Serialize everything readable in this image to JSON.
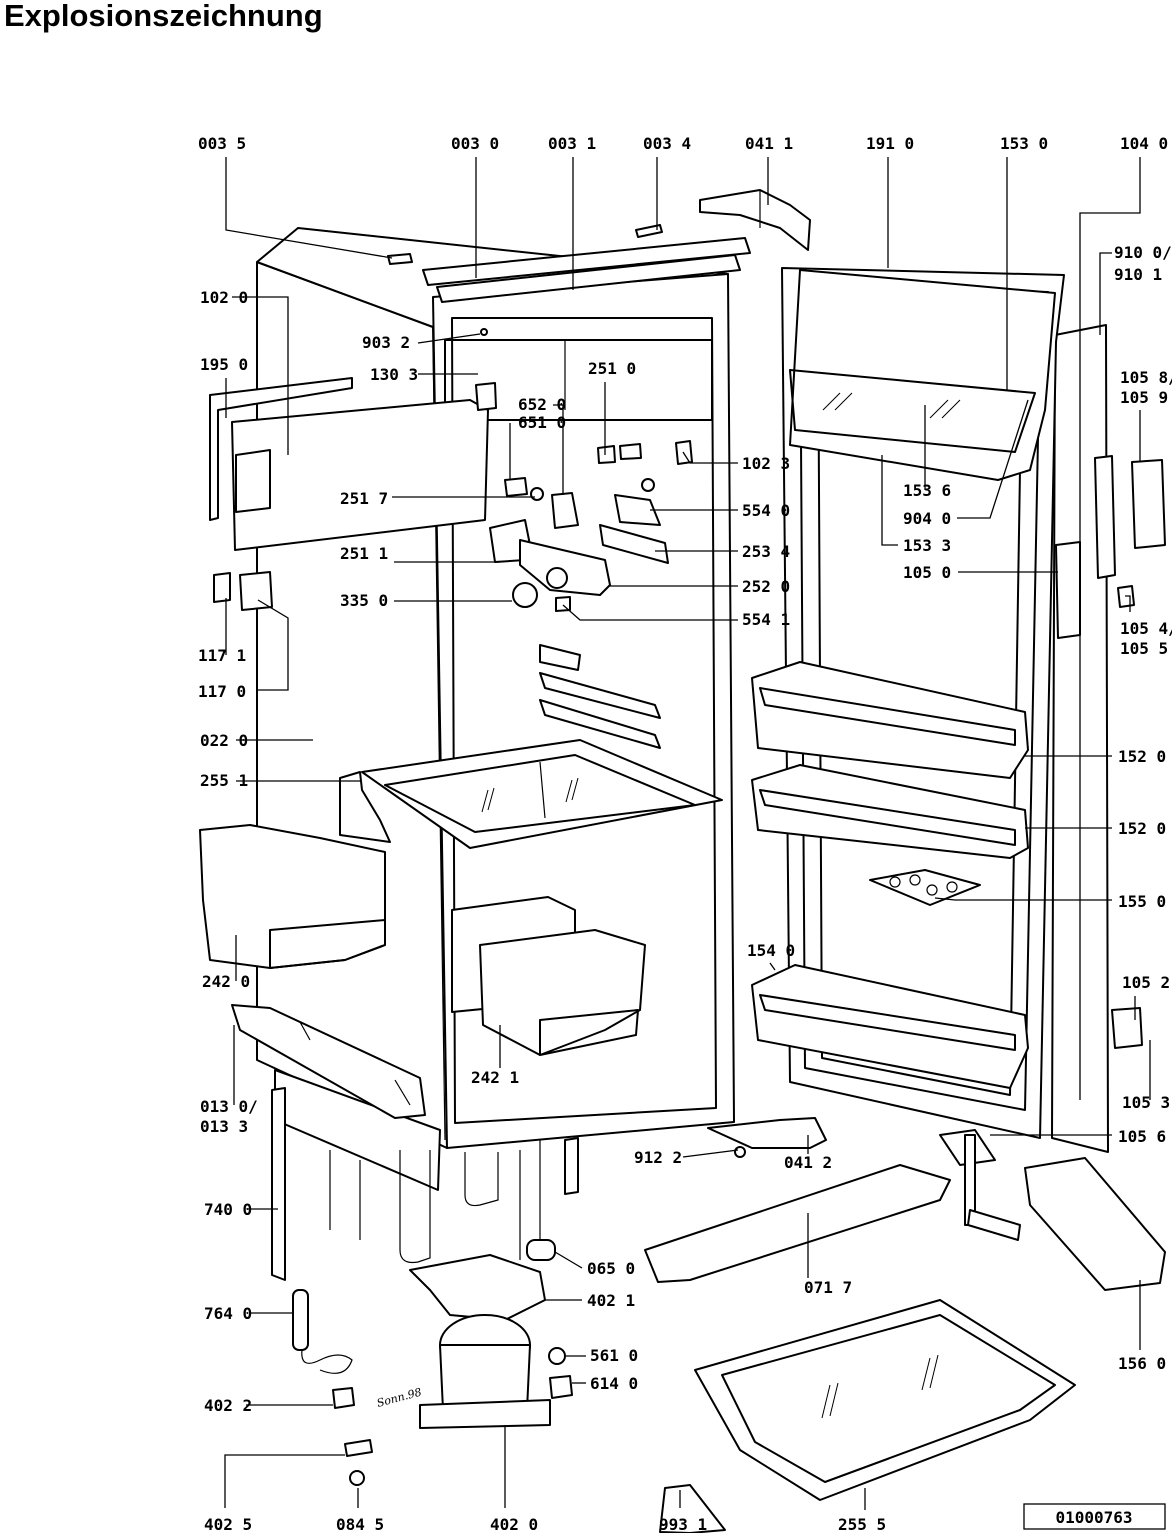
{
  "title": "Explosionszeichnung",
  "doc_number": "01000763",
  "signature": "Sonn.98",
  "labels": [
    "003 5",
    "003 0",
    "003 1",
    "003 4",
    "041 1",
    "191 0",
    "153 0",
    "104 0",
    "910 0/",
    "910 1",
    "102 0",
    "903 2",
    "195 0",
    "130 3",
    "251 0",
    "652 0",
    "651 0",
    "105 8/",
    "105 9",
    "102 3",
    "251 7",
    "554 0",
    "153 6",
    "904 0",
    "153 3",
    "251 1",
    "253 4",
    "252 0",
    "105 0",
    "335 0",
    "554 1",
    "105 4/",
    "105 5",
    "117 1",
    "117 0",
    "022 0",
    "152 0",
    "255 1",
    "152 0",
    "155 0",
    "242 0",
    "154 0",
    "105 2",
    "242 1",
    "013 0/",
    "013 3",
    "105 3",
    "740 0",
    "912 2",
    "041 2",
    "105 6",
    "065 0",
    "071 7",
    "764 0",
    "402 1",
    "561 0",
    "614 0",
    "156 0",
    "402 2",
    "402 5",
    "084 5",
    "402 0",
    "993 1",
    "255 5"
  ]
}
